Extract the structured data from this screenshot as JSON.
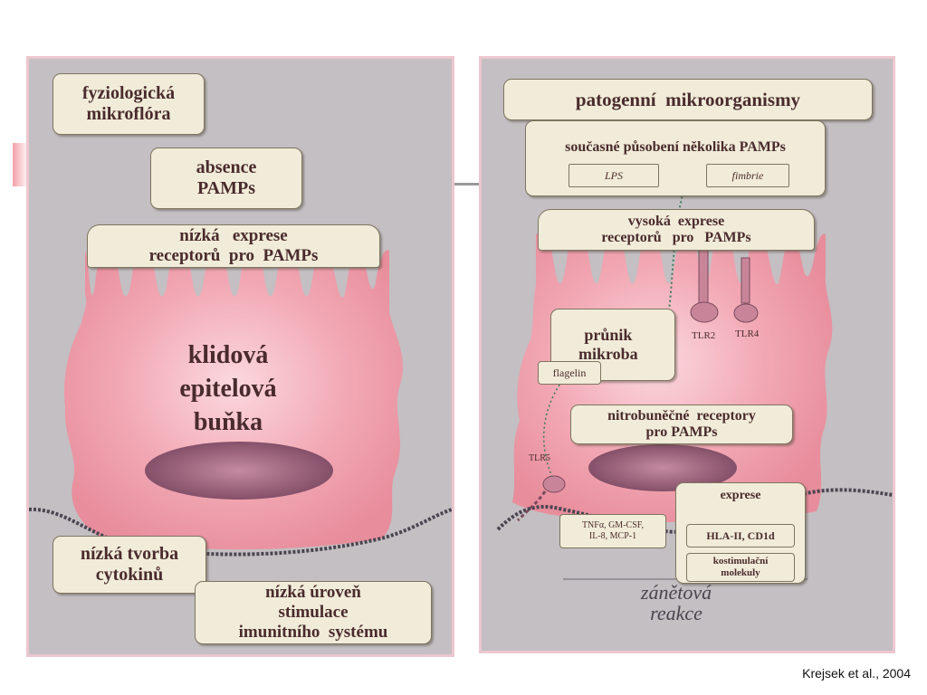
{
  "left": {
    "fyziologicka": "fyziologická",
    "mikroflora": "mikroflóra",
    "absence": "absence",
    "pamps": "PAMPs",
    "nizka_exprese_1": "nízká   exprese",
    "nizka_exprese_2": "receptorů  pro  PAMPs",
    "cell_1": "klidová",
    "cell_2": "epitelová",
    "cell_3": "buňka",
    "tvorba_1": "nízká tvorba",
    "tvorba_2": "cytokinů",
    "uroven_1": "nízká úroveň",
    "uroven_2": "stimulace",
    "uroven_3": "imunitního  systému"
  },
  "right": {
    "patogenni": "patogenní  mikroorganismy",
    "soucasne": "současné působení několika PAMPs",
    "lps": "LPS",
    "fimbrie": "fimbrie",
    "vysoka_1": "vysoká  exprese",
    "vysoka_2": "receptorů   pro   PAMPs",
    "tlr2": "TLR2",
    "tlr4": "TLR4",
    "prunik_1": "průnik",
    "prunik_2": "mikroba",
    "flagelin": "flagelin",
    "nitro_1": "nitrobuněčné  receptory",
    "nitro_2": "pro PAMPs",
    "tlr5": "TLR5",
    "cytokines_1": "TNFα, GM-CSF,",
    "cytokines_2": "IL-8, MCP-1",
    "exprese": "exprese",
    "hla": "HLA-II, CD1d",
    "kost_1": "kostimulační",
    "kost_2": "molekuly",
    "zanetova_1": "zánětová",
    "zanetova_2": "reakce"
  },
  "citation": "Krejsek et al., 2004",
  "colors": {
    "panel_bg": "#c3bfc2",
    "cell": "#ee9aa7",
    "nucleus": "#8c5870",
    "box": "#f1ecd9",
    "text": "#4a2b2d"
  }
}
